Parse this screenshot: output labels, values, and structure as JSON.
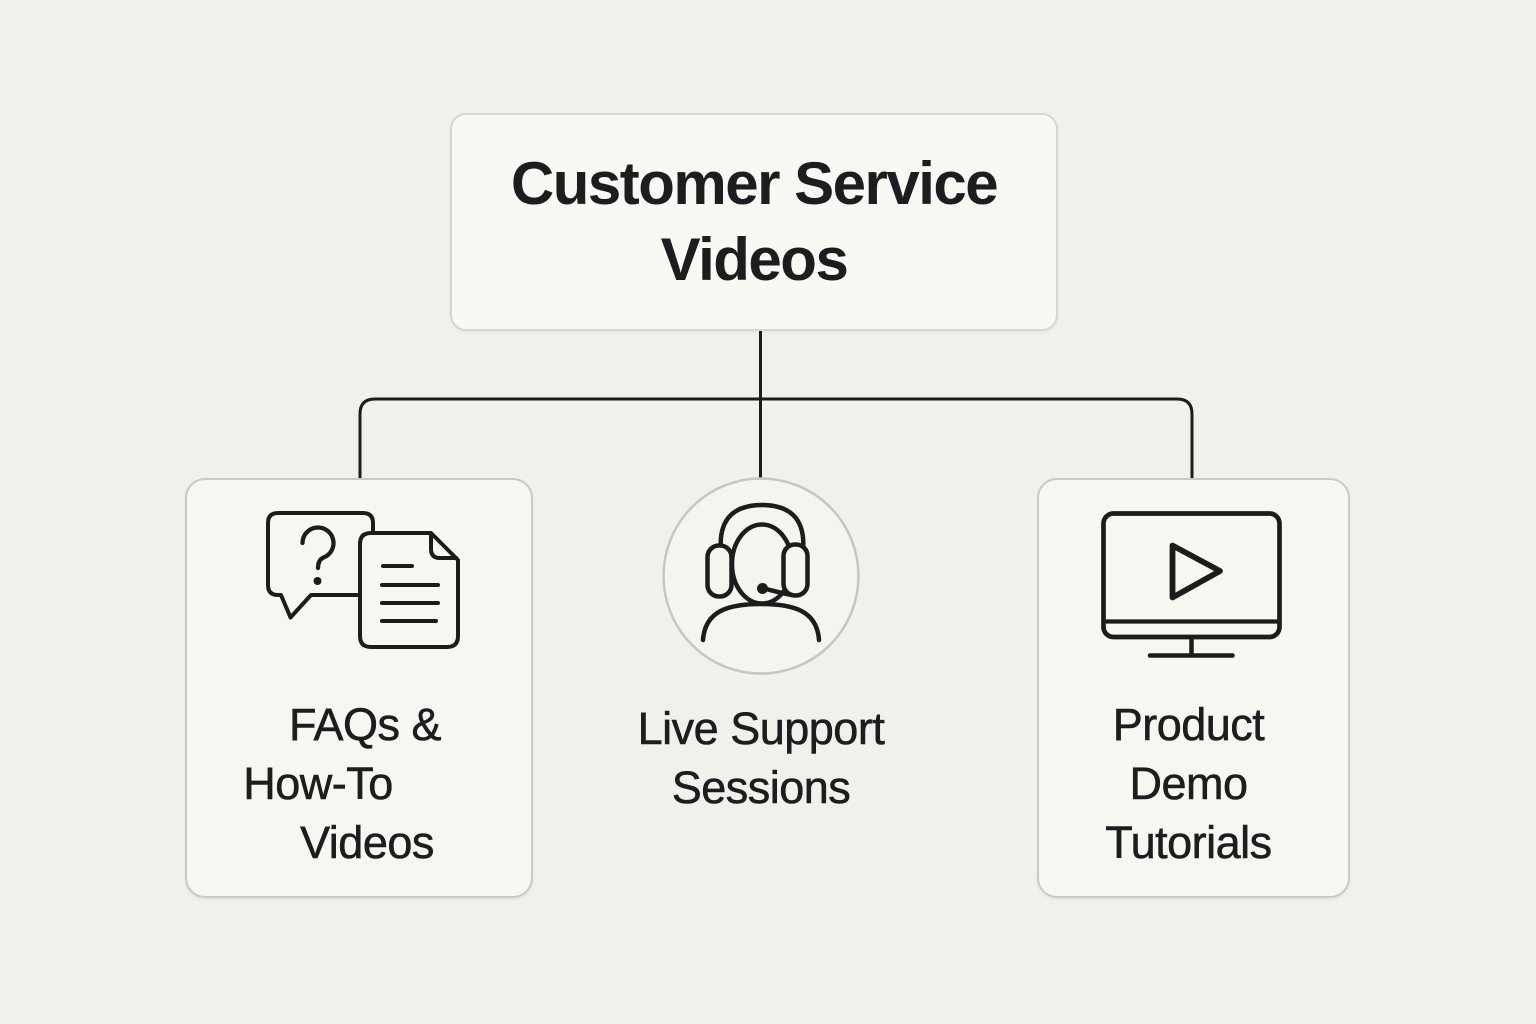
{
  "title": "Customer Service Videos",
  "palette": {
    "background": "#f2f0ea",
    "node_fill": "#f9f8f3",
    "node_border": "#d8d6d0",
    "card_fill": "#f7f6f1",
    "card_border": "#cbc9c3",
    "circle_border": "#c7c6c2",
    "connector_line": "#1b1b1b",
    "icon_stroke": "#1c1c1c",
    "text": "#1d1d1f"
  },
  "diagram": {
    "root": {
      "label": "Customer Service Videos",
      "lines": [
        "Customer Service",
        "Videos"
      ]
    },
    "children": [
      {
        "label": "FAQs & How-To Videos",
        "lines": [
          "FAQs &",
          "How-To",
          "Videos"
        ],
        "icon": "question-chat-document-icon"
      },
      {
        "label": "Live Support Sessions",
        "lines": [
          "Live Support",
          "Sessions"
        ],
        "icon": "support-agent-headset-icon"
      },
      {
        "label": "Product Demo Tutorials",
        "lines": [
          "Product",
          "Demo",
          "Tutorials"
        ],
        "icon": "monitor-play-icon"
      }
    ]
  }
}
